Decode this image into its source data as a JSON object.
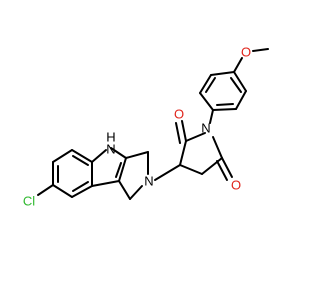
{
  "molecule": {
    "atoms": {
      "nh": {
        "text": "H\nN",
        "line1": "H",
        "line2": "N",
        "color": "#000000"
      },
      "n_ring": {
        "text": "N",
        "color": "#000000"
      },
      "n_imide": {
        "text": "N",
        "color": "#000000"
      },
      "o_top": {
        "text": "O",
        "color": "#e0241b"
      },
      "o_bottom": {
        "text": "O",
        "color": "#e0241b"
      },
      "o_methoxy": {
        "text": "O",
        "color": "#e0241b"
      },
      "cl": {
        "text": "Cl",
        "color": "#2db82d"
      }
    },
    "colors": {
      "bond": "#000000",
      "carbon": "#000000",
      "nitrogen": "#0000ff",
      "oxygen": "#e0241b",
      "chlorine": "#2db82d"
    }
  }
}
